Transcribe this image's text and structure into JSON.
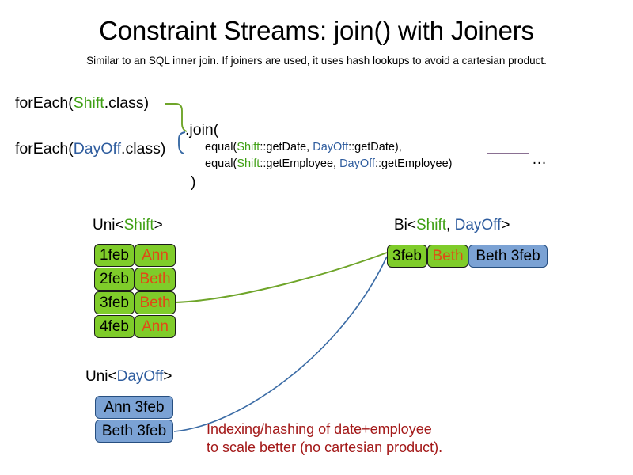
{
  "slide": {
    "title": "Constraint Streams: join() with Joiners",
    "subtitle": "Similar to an SQL inner join. If joiners are used, it uses hash lookups to avoid a cartesian product."
  },
  "colors": {
    "shift_green": "#3FA014",
    "dayoff_blue": "#2E5C9E",
    "box_green_fill": "#7FCC2A",
    "box_blue_fill": "#7BA2D4",
    "name_orange": "#E04A16",
    "annotation_red": "#A31818",
    "connector_green": "#6FA52A",
    "connector_blue": "#3A6BA5",
    "ellipsis_rule_purple": "#7A5C82"
  },
  "code": {
    "foreach_shift": {
      "prefix": "forEach(",
      "type": "Shift",
      "suffix": ".class)"
    },
    "foreach_dayoff": {
      "prefix": "forEach(",
      "type": "DayOff",
      "suffix": ".class)"
    },
    "join_open": ".join(",
    "join_close": ")",
    "args": [
      {
        "fn_open": "equal(",
        "left_type": "Shift",
        "left_ref": "::getDate, ",
        "right_type": "DayOff",
        "right_ref": "::getDate),"
      },
      {
        "fn_open": "equal(",
        "left_type": "Shift",
        "left_ref": "::getEmployee, ",
        "right_type": "DayOff",
        "right_ref": "::getEmployee)"
      }
    ],
    "ellipsis": "…"
  },
  "streams": {
    "uni_shift": {
      "label_prefix": "Uni<",
      "label_type": "Shift",
      "label_suffix": ">",
      "rows": [
        {
          "date": "1feb",
          "employee": "Ann"
        },
        {
          "date": "2feb",
          "employee": "Beth"
        },
        {
          "date": "3feb",
          "employee": "Beth"
        },
        {
          "date": "4feb",
          "employee": "Ann"
        }
      ]
    },
    "uni_dayoff": {
      "label_prefix": "Uni<",
      "label_type": "DayOff",
      "label_suffix": ">",
      "rows": [
        {
          "text": "Ann 3feb"
        },
        {
          "text": "Beth 3feb"
        }
      ]
    },
    "bi": {
      "label_prefix": "Bi<",
      "label_type_a": "Shift",
      "label_sep": ", ",
      "label_type_b": "DayOff",
      "label_suffix": ">",
      "row": {
        "date": "3feb",
        "employee": "Beth",
        "dayoff": "Beth 3feb"
      }
    }
  },
  "annotation": {
    "line1": "Indexing/hashing of date+employee",
    "line2": "to scale better (no cartesian product)."
  }
}
